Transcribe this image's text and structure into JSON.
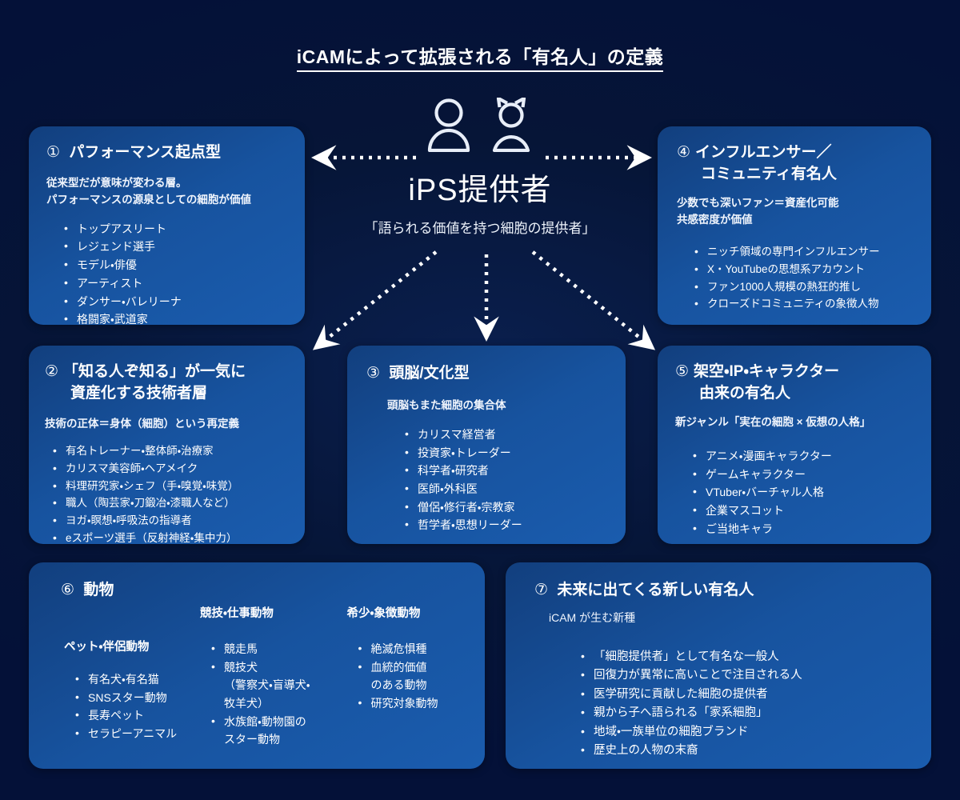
{
  "page": {
    "title": "iCAMによって拡張される「有名人」の定義",
    "background_color": "#041238",
    "card_color": "#17539f",
    "accent_color": "#ffffff"
  },
  "hub": {
    "icons": [
      "person-icon",
      "cat-icon"
    ],
    "title": "iPS提供者",
    "subtitle": "「語られる価値を持つ細胞の提供者」"
  },
  "cards": [
    {
      "number": "①",
      "title": "パフォーマンス起点型",
      "lead": "従来型だが意味が変わる層。\nパフォーマンスの源泉としての細胞が価値",
      "lead_lines": [
        "従来型だが意味が変わる層。",
        "パフォーマンスの源泉としての細胞が価値"
      ],
      "items": [
        "トップアスリート",
        "レジェンド選手",
        "モデル・俳優",
        "アーティスト",
        "ダンサー・バレリーナ",
        "格闘家・武道家"
      ]
    },
    {
      "number": "④",
      "title_lines": [
        "インフルエンサー／",
        "コミュニティ有名人"
      ],
      "lead_lines": [
        "少数でも深いファン＝資産化可能",
        "共感密度が価値"
      ],
      "items": [
        "ニッチ領域の専門インフルエンサー",
        "X・YouTubeの思想系アカウント",
        "ファン1000人規模の熱狂的推し",
        "クローズドコミュニティの象徴人物"
      ]
    },
    {
      "number": "②",
      "title_lines": [
        "「知る人ぞ知る」が一気に",
        "資産化する技術者層"
      ],
      "lead_lines": [
        "技術の正体＝身体（細胞）という再定義"
      ],
      "items": [
        "有名トレーナー・整体師・治療家",
        "カリスマ美容師・ヘアメイク",
        "料理研究家・シェフ（手・嗅覚・味覚）",
        "職人（陶芸家・刀鍛冶・漆職人など）",
        "ヨガ・瞑想・呼吸法の指導者",
        "eスポーツ選手（反射神経・集中力）"
      ]
    },
    {
      "number": "③",
      "title_lines": [
        "頭脳/文化型"
      ],
      "lead_lines": [
        "頭脳もまた細胞の集合体"
      ],
      "items": [
        "カリスマ経営者",
        "投資家・トレーダー",
        "科学者・研究者",
        "医師・外科医",
        "僧侶・修行者・宗教家",
        "哲学者・思想リーダー"
      ]
    },
    {
      "number": "⑤",
      "title_lines": [
        "架空・IP・キャラクター",
        "由来の有名人"
      ],
      "lead_lines": [
        "新ジャンル「実在の細胞 ×  仮想の人格」"
      ],
      "items": [
        "アニメ・漫画キャラクター",
        "ゲームキャラクター",
        "VTuber・バーチャル人格",
        "企業マスコット",
        "ご当地キャラ"
      ]
    },
    {
      "number": "⑥",
      "title_lines": [
        "動物"
      ],
      "columns": [
        {
          "head": "ペット・伴侶動物",
          "items": [
            {
              "text": "有名犬・有名猫",
              "cont": false
            },
            {
              "text": "SNSスター動物",
              "cont": false
            },
            {
              "text": "長寿ペット",
              "cont": false
            },
            {
              "text": "セラピーアニマル",
              "cont": false
            }
          ]
        },
        {
          "head": "競技・仕事動物",
          "items": [
            {
              "text": "競走馬",
              "cont": false
            },
            {
              "text": "競技犬",
              "cont": false
            },
            {
              "text": "（警察犬・盲導犬・",
              "cont": true
            },
            {
              "text": "牧羊犬）",
              "cont": true
            },
            {
              "text": "水族館・動物園の",
              "cont": false
            },
            {
              "text": "スター動物",
              "cont": true
            }
          ]
        },
        {
          "head": "希少・象徴動物",
          "items": [
            {
              "text": "絶滅危惧種",
              "cont": false
            },
            {
              "text": "血統的価値",
              "cont": false
            },
            {
              "text": "のある動物",
              "cont": true
            },
            {
              "text": "研究対象動物",
              "cont": false
            }
          ]
        }
      ]
    },
    {
      "number": "⑦",
      "title_lines": [
        "未来に出てくる新しい有名人"
      ],
      "lead_lines": [
        "iCAM  が生む新種"
      ],
      "items": [
        "「細胞提供者」として有名な一般人",
        "回復力が異常に高いことで注目される人",
        "医学研究に貢献した細胞の提供者",
        "親から子へ語られる「家系細胞」",
        "地域・一族単位の細胞ブランド",
        "歴史上の人物の末裔"
      ]
    }
  ],
  "arrows": [
    {
      "name": "arrow-to-card1",
      "direction": "left"
    },
    {
      "name": "arrow-to-card4",
      "direction": "right"
    },
    {
      "name": "arrow-to-card2",
      "direction": "down-left"
    },
    {
      "name": "arrow-to-card3",
      "direction": "down"
    },
    {
      "name": "arrow-to-card5",
      "direction": "down-right"
    }
  ]
}
